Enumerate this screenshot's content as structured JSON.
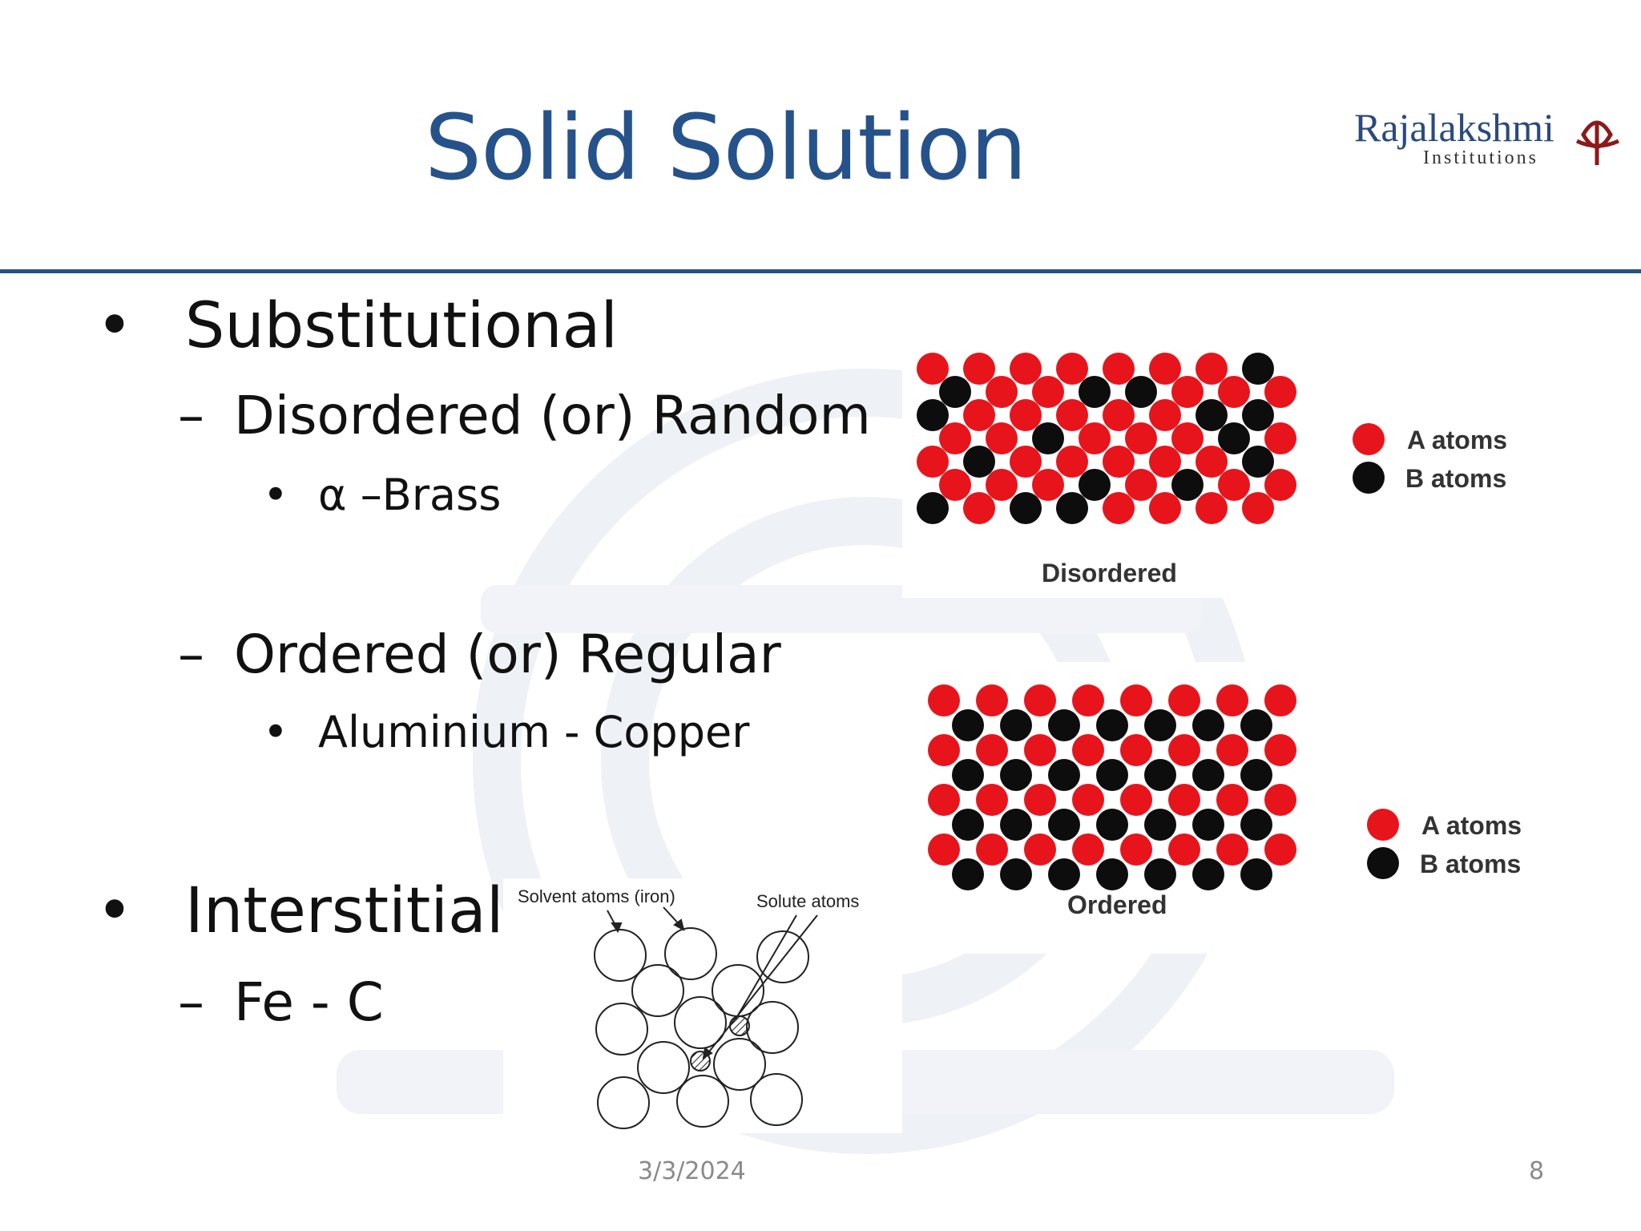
{
  "slide": {
    "title": "Solid Solution",
    "logo": {
      "name": "Rajalakshmi",
      "sub": "Institutions"
    },
    "bullets": {
      "substitutional": "Substitutional",
      "disordered": "Disordered (or) Random",
      "brass": "α –Brass",
      "ordered": "Ordered (or) Regular",
      "alcu": "Aluminium - Copper",
      "interstitial": "Interstitial",
      "fec": "Fe - C"
    },
    "dash": "–",
    "figures": {
      "disordered": {
        "caption": "Disordered",
        "legend_a": "A atoms",
        "legend_b": "B atoms"
      },
      "ordered": {
        "caption": "Ordered",
        "legend_a": "A atoms",
        "legend_b": "B atoms"
      },
      "interstitial": {
        "solvent_label": "Solvent atoms (iron)",
        "solute_label": "Solute atoms"
      }
    },
    "colors": {
      "title": "#26528c",
      "rule": "#2b5085",
      "atom_a": "#e8141b",
      "atom_b": "#0d0d0d",
      "logo": "#2a4a7f",
      "logo_mark": "#8b1a1a"
    },
    "footer": {
      "date": "3/3/2024",
      "page": "8"
    }
  }
}
